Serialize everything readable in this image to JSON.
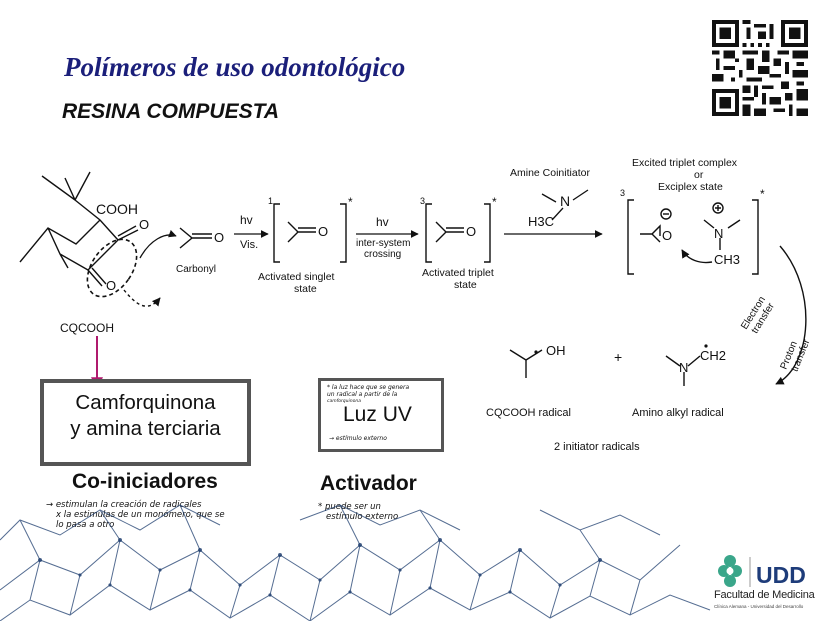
{
  "slide": {
    "title": "Polímeros de uso odontológico",
    "subtitle": "RESINA COMPUESTA"
  },
  "scheme": {
    "cooh": "COOH",
    "o": "O",
    "cqcooh": "CQCOOH",
    "carbonyl": "Carbonyl",
    "hv": "hv",
    "vis": "Vis.",
    "singlet_label_1": "Activated singlet",
    "singlet_label_2": "state",
    "superscript_1": "1",
    "superscript_3": "3",
    "star": "*",
    "intersystem_1": "inter-system",
    "intersystem_2": "crossing",
    "triplet_label_1": "Activated triplet",
    "triplet_label_2": "state",
    "amine_coinitiator": "Amine Coinitiator",
    "n": "N",
    "h3c": "H3C",
    "excited_1": "Excited triplet complex",
    "excited_2": "or",
    "excited_3": "Exciplex state",
    "ch3": "CH3",
    "electron_transfer_1": "Electron",
    "electron_transfer_2": "transfer",
    "proton_transfer_1": "Proton",
    "proton_transfer_2": "transfer",
    "oh": "OH",
    "plus": "+",
    "ch2": "CH2",
    "cqcooh_radical": "CQCOOH radical",
    "amino_alkyl_radical": "Amino alkyl radical",
    "initiator_radicals": "2 initiator radicals"
  },
  "coinitiator_box": {
    "line1": "Camforquinona",
    "line2": "y amina terciaria"
  },
  "activator_box": {
    "note_line1": "* la luz hace que se genera",
    "note_line2": "un radical a partir de la",
    "note_line3": "camforquinona",
    "main": "Luz UV",
    "note_line4": "→ estímulo externo"
  },
  "coiniciadores": {
    "heading": "Co-iniciadores",
    "note_line1": "→ estimulan la creación de radicales",
    "note_line2": "x la estimulas de un monómero, que se",
    "note_line3": "lo pasa a otro"
  },
  "activador": {
    "heading": "Activador",
    "note_line1": "* puede ser un",
    "note_line2": "estímulo externo"
  },
  "footer": {
    "logo_text": "UDD",
    "faculty": "Facultad de Medicina",
    "faculty_sub": "Clínica Alemana - Universidad del Desarrollo"
  },
  "colors": {
    "title": "#1b1f7a",
    "pink_arrow": "#b01a6e",
    "footer_lines": "#1d3d6e",
    "logo_green": "#3aa68a",
    "logo_blue": "#1e3c7a"
  }
}
